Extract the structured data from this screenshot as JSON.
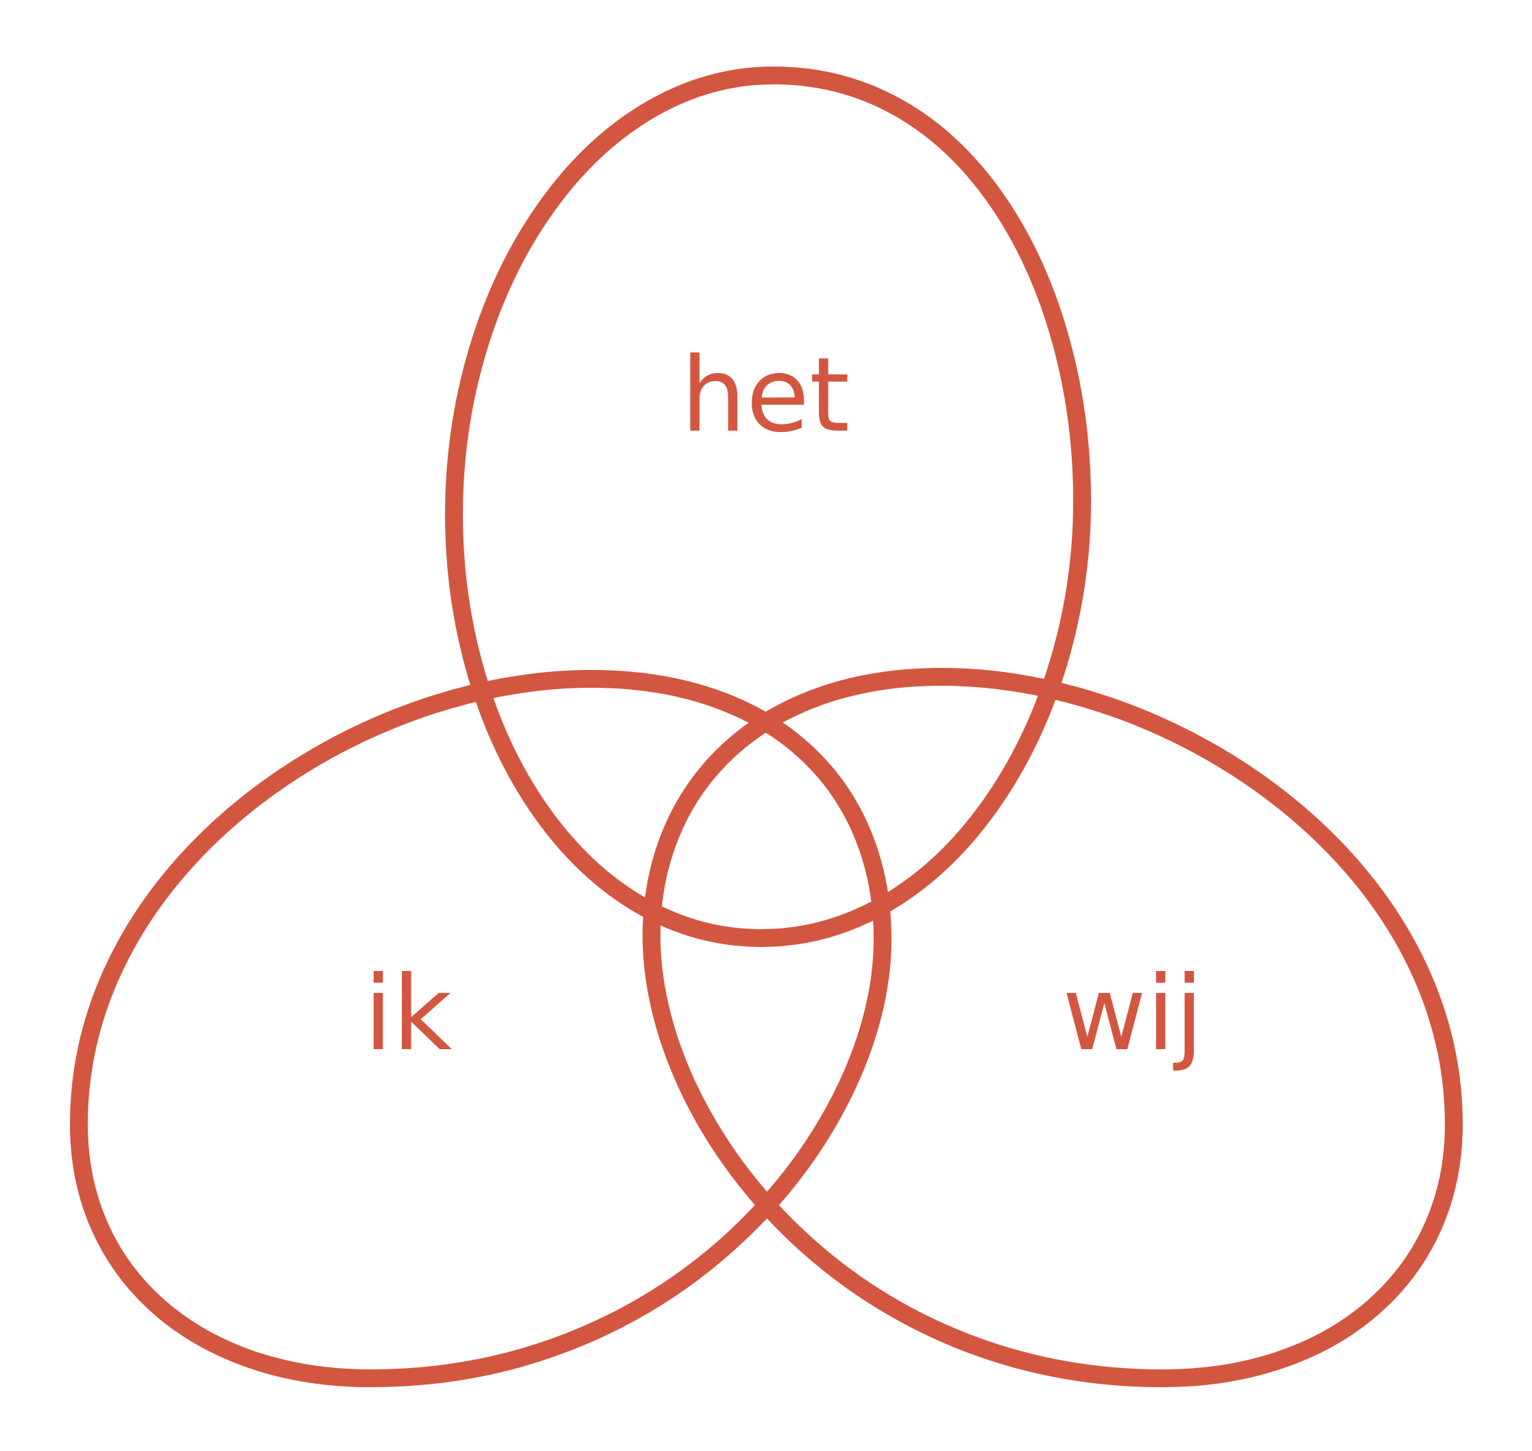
{
  "colors": {
    "outline": "#d35641",
    "label": "#d35641",
    "background": "#ffffff"
  },
  "sets": [
    {
      "id": "het",
      "label": "het"
    },
    {
      "id": "ik",
      "label": "ik"
    },
    {
      "id": "wij",
      "label": "wij"
    }
  ]
}
